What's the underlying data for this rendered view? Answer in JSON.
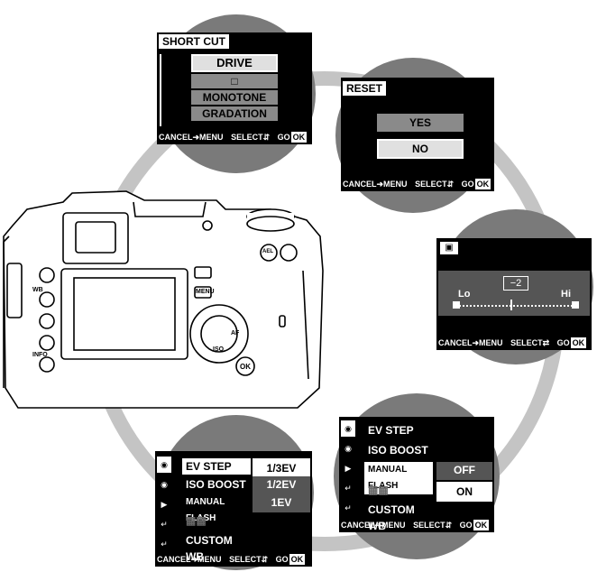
{
  "colors": {
    "screen_bg": "#000000",
    "grey_circle": "#7a7a7a",
    "ring": "#c4c4c4"
  },
  "shortcut": {
    "title": "SHORT CUT",
    "items": [
      "DRIVE",
      "",
      "MONOTONE",
      "GRADATION"
    ],
    "icon": "slideshow-icon",
    "bar": {
      "cancel": "CANCEL",
      "cancel_key": "MENU",
      "select": "SELECT",
      "go": "GO",
      "ok": "OK"
    }
  },
  "reset": {
    "title": "RESET",
    "yes": "YES",
    "no": "NO",
    "bar": {
      "cancel": "CANCEL",
      "cancel_key": "MENU",
      "select": "SELECT",
      "go": "GO",
      "ok": "OK"
    }
  },
  "adjust": {
    "icon": "monitor-brightness-icon",
    "lo": "Lo",
    "hi": "Hi",
    "value": "−2",
    "bar": {
      "cancel": "CANCEL",
      "cancel_key": "MENU",
      "select": "SELECT",
      "go": "GO",
      "ok": "OK"
    }
  },
  "menu_right": {
    "items": [
      "EV STEP",
      "ISO BOOST",
      "MANUAL FLASH",
      "",
      "CUSTOM WB"
    ],
    "options": [
      "OFF",
      "ON"
    ],
    "tabs": [
      "1",
      "2",
      "",
      "1",
      "2"
    ],
    "bar": {
      "cancel": "CANCEL",
      "cancel_key": "MENU",
      "select": "SELECT",
      "go": "GO",
      "ok": "OK"
    }
  },
  "menu_left": {
    "items": [
      "EV STEP",
      "ISO BOOST",
      "MANUAL FLASH",
      "",
      "CUSTOM WB"
    ],
    "options": [
      "1/3EV",
      "1/2EV",
      "1EV"
    ],
    "tabs": [
      "1",
      "2",
      "",
      "1",
      "2"
    ],
    "bar": {
      "cancel": "CANCEL",
      "cancel_key": "MENU",
      "select": "SELECT",
      "go": "GO",
      "ok": "OK"
    }
  },
  "camera": {
    "buttons": [
      "WB",
      "INFO",
      "MENU",
      "AF",
      "ISO",
      "OK",
      "AEL"
    ]
  }
}
